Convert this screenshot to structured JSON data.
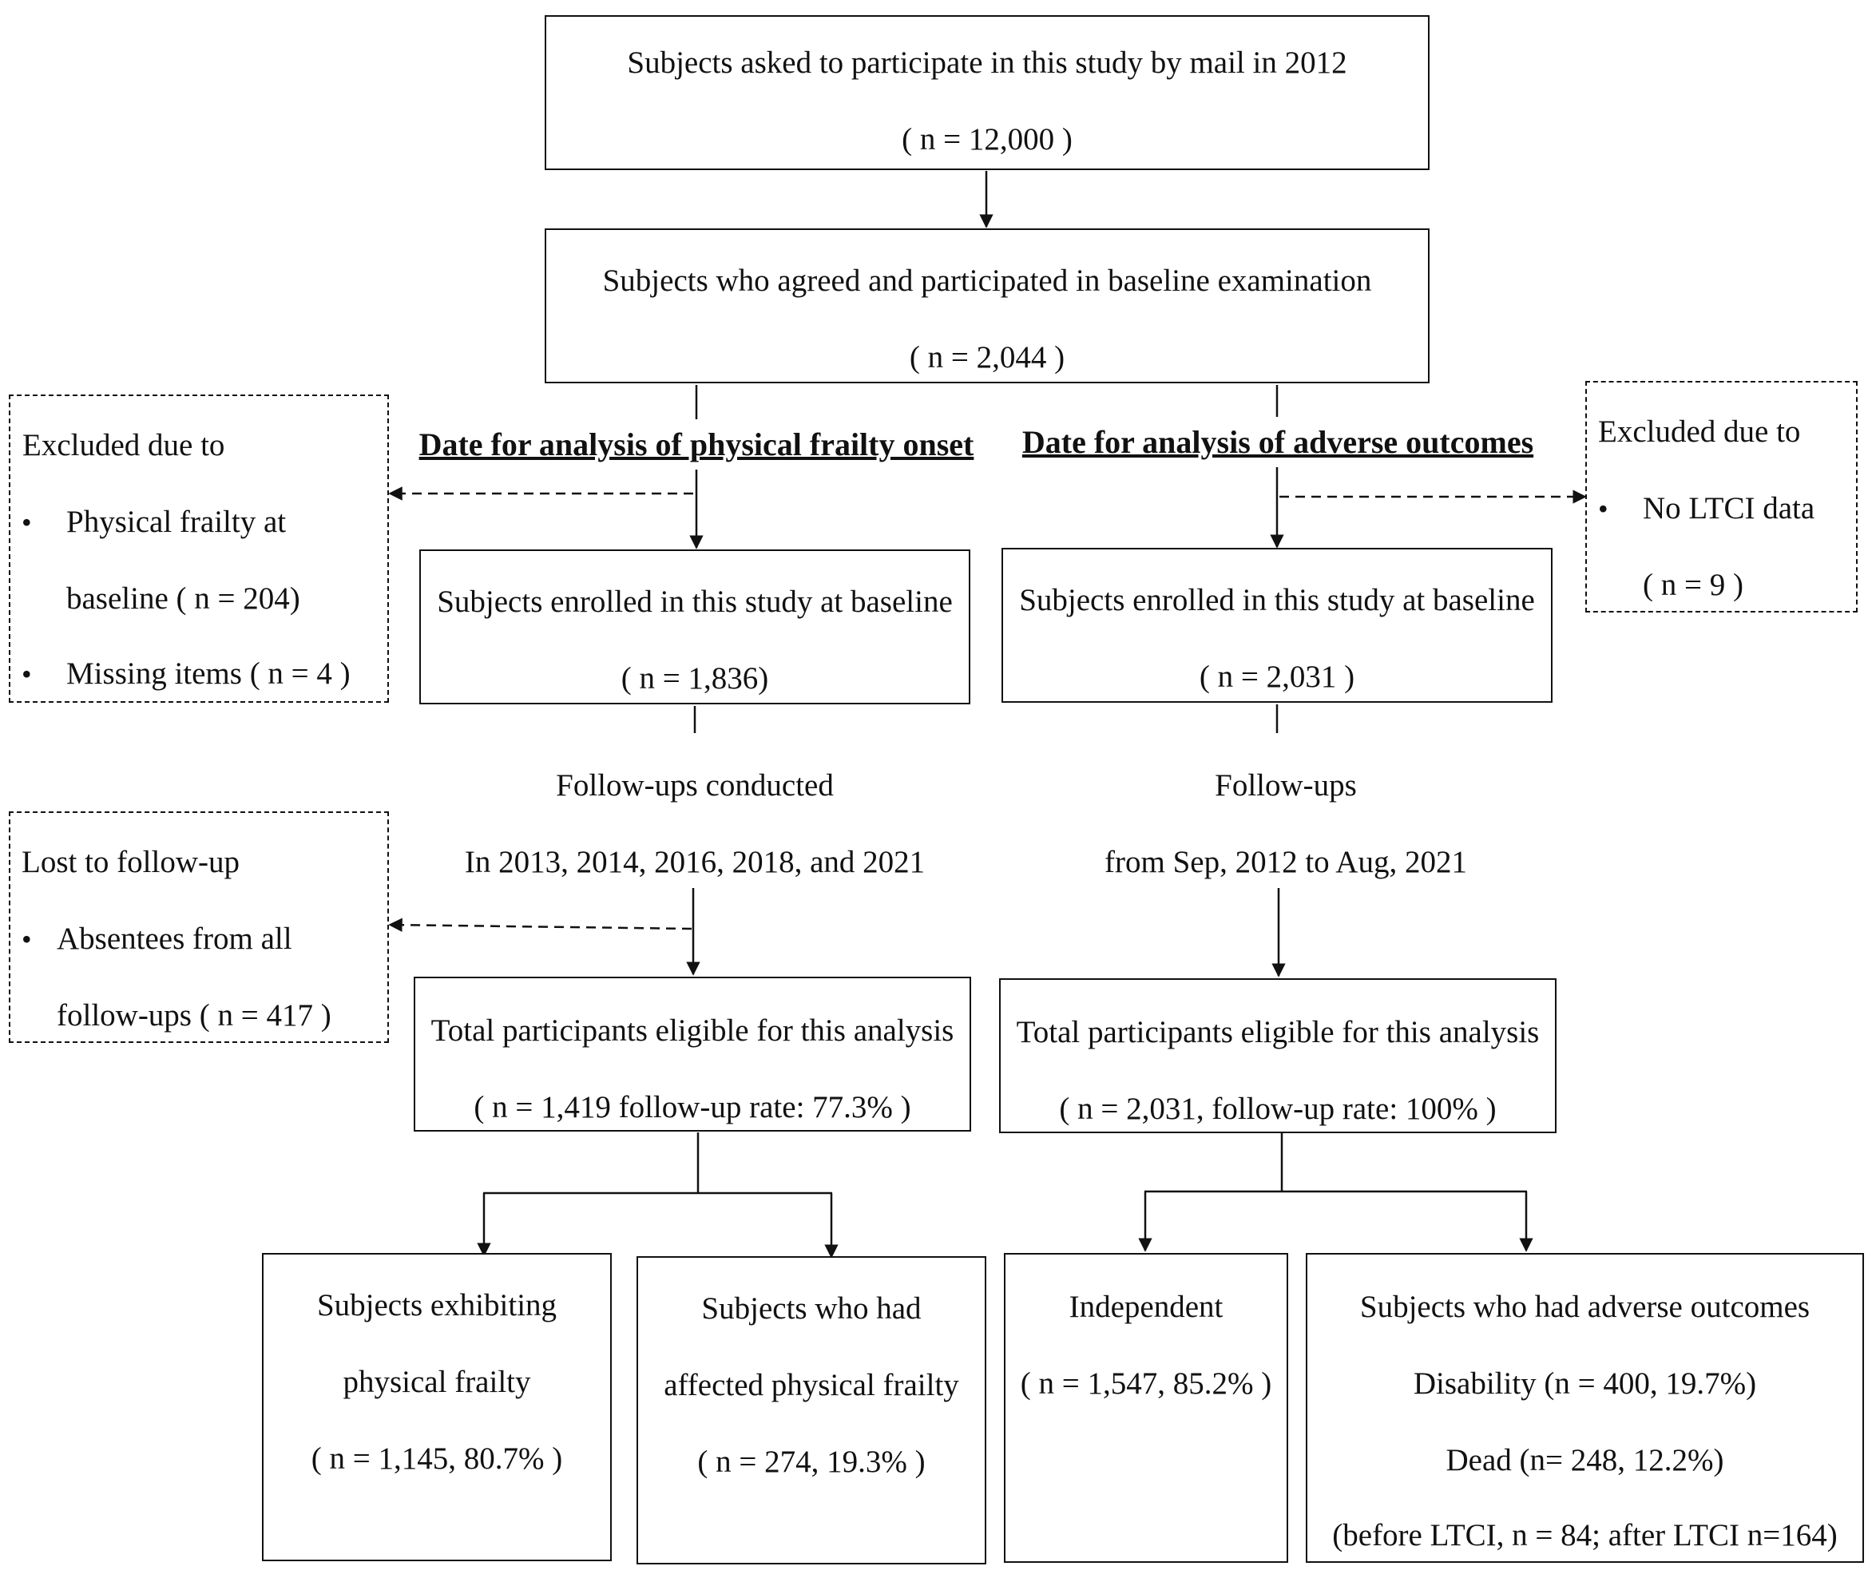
{
  "top_box": {
    "line1": "Subjects asked to participate in this study by mail in 2012",
    "line2": "( n = 12,000 )"
  },
  "baseline_box": {
    "line1": "Subjects who agreed and participated in baseline examination",
    "line2": "( n = 2,044 )"
  },
  "left_branch": {
    "heading": "Date for analysis of physical frailty onset",
    "excluded": {
      "title": "Excluded due to",
      "item1_line1": "Physical frailty at",
      "item1_line2": "baseline ( n = 204)",
      "item2": "Missing  items ( n = 4 )"
    },
    "enrolled": {
      "line1": "Subjects enrolled in this study at baseline",
      "line2": "( n =  1,836)"
    },
    "followup": {
      "line1": "Follow-ups conducted",
      "line2": "In 2013, 2014,  2016, 2018, and 2021"
    },
    "lost": {
      "title": "Lost to follow-up",
      "item1_line1": "Absentees from all",
      "item1_line2": "follow-ups ( n = 417 )"
    },
    "eligible": {
      "line1": "Total participants eligible for this analysis",
      "line2": "( n = 1,419  follow-up rate: 77.3% )"
    },
    "frailty": {
      "line1": "Subjects exhibiting",
      "line2": "physical frailty",
      "line3": "( n = 1,145, 80.7% )"
    },
    "affected": {
      "line1": "Subjects who had",
      "line2": "affected physical frailty",
      "line3": "( n = 274, 19.3% )"
    }
  },
  "right_branch": {
    "heading": "Date for analysis of adverse outcomes",
    "excluded": {
      "title": "Excluded due to",
      "item1": "No LTCI data",
      "item1_line2": "( n = 9 )"
    },
    "enrolled": {
      "line1": "Subjects enrolled in this study at baseline",
      "line2": "( n = 2,031 )"
    },
    "followup": {
      "line1": "Follow-ups",
      "line2": "from Sep, 2012 to Aug, 2021"
    },
    "eligible": {
      "line1": "Total participants eligible for this analysis",
      "line2": "( n = 2,031,  follow-up rate: 100% )"
    },
    "independent": {
      "line1": "Independent",
      "line2": "( n = 1,547, 85.2% )"
    },
    "adverse": {
      "line1": "Subjects who had adverse outcomes",
      "line2": "Disability (n = 400, 19.7%)",
      "line3": "Dead  (n= 248, 12.2%)",
      "line4": "(before LTCI, n = 84; after LTCI  n=164)"
    }
  },
  "bullet_char": "•"
}
